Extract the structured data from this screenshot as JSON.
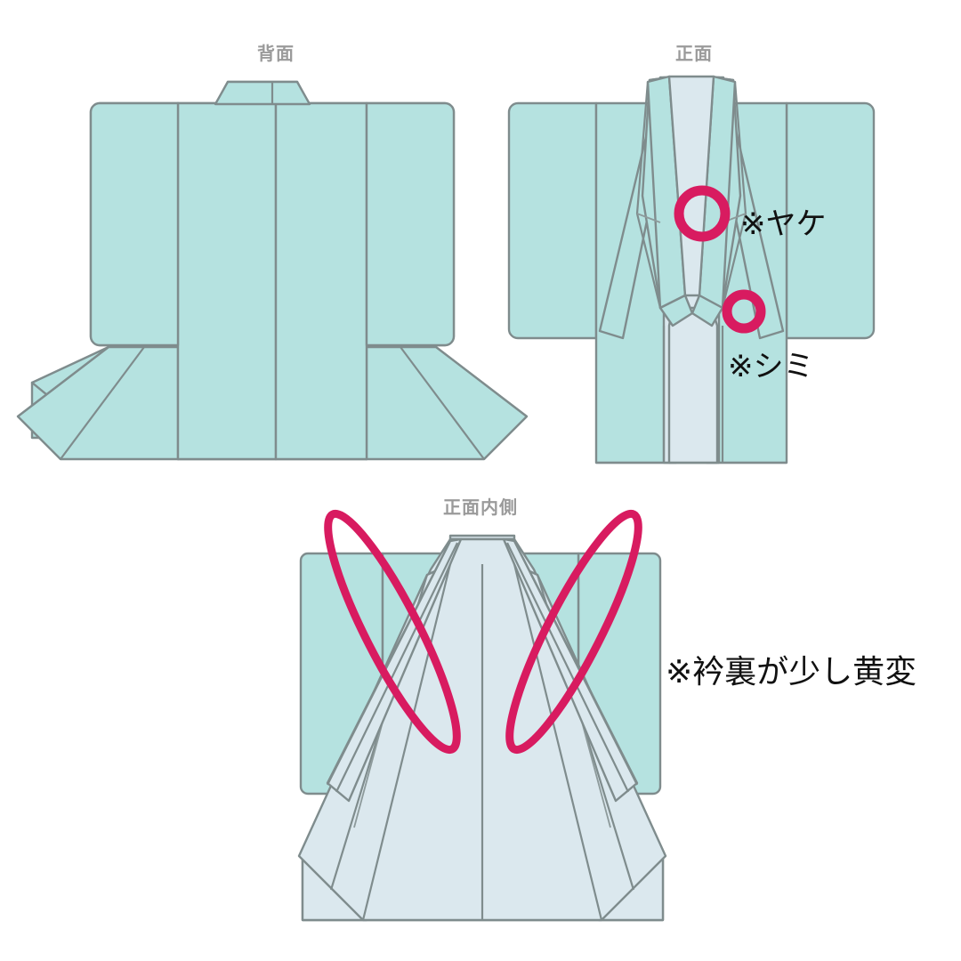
{
  "page": {
    "title": "着物状態説明図",
    "background_color": "#ffffff"
  },
  "colors": {
    "fabric_outer": "#b5e2e0",
    "fabric_lining": "#dbe8ee",
    "outline": "#7f8c8d",
    "label_gray": "#9a9a9a",
    "marker_pink": "#d81b60",
    "note_text": "#111111"
  },
  "views": [
    {
      "id": "back",
      "label": "背面",
      "description": "kimono-back-view"
    },
    {
      "id": "front",
      "label": "正面",
      "description": "kimono-front-view"
    },
    {
      "id": "inner",
      "label": "正面内側",
      "description": "kimono-front-inside-view"
    }
  ],
  "labels": {
    "back": "背面",
    "front": "正面",
    "inner": "正面内側"
  },
  "annotations": [
    {
      "id": "yake",
      "text": "※ヤケ",
      "marker": "circle",
      "view": "front"
    },
    {
      "id": "shimi",
      "text": "※シミ",
      "marker": "circle",
      "view": "front"
    },
    {
      "id": "eriura",
      "text": "※衿裏が少し黄変",
      "marker": "ellipse-pair",
      "view": "inner"
    }
  ],
  "annotation_text": {
    "yake": "※ヤケ",
    "shimi": "※シミ",
    "eriura": "※衿裏が少し黄変"
  }
}
